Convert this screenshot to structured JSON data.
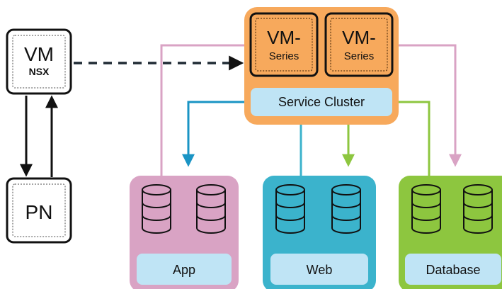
{
  "left_nodes": {
    "vm": {
      "title": "VM",
      "subtitle": "NSX"
    },
    "pn": {
      "title": "PN"
    }
  },
  "service_cluster": {
    "label": "Service Cluster",
    "firewalls": [
      {
        "line1": "VM-",
        "line2": "Series"
      },
      {
        "line1": "VM-",
        "line2": "Series"
      }
    ],
    "color": "#f7a95c"
  },
  "tiers": [
    {
      "name": "App",
      "color": "#d9a3c4",
      "icon": "database-icon"
    },
    {
      "name": "Web",
      "color": "#3bb3cc",
      "icon": "database-icon"
    },
    {
      "name": "Database",
      "color": "#8dc63f",
      "icon": "database-icon"
    }
  ],
  "colors": {
    "label_fill": "#bfe4f5",
    "app_arrow": "#1a94c4",
    "web_arrow": "#8dc63f",
    "db_arrow": "#d9a3c4",
    "connector": "#3bb3cc"
  }
}
